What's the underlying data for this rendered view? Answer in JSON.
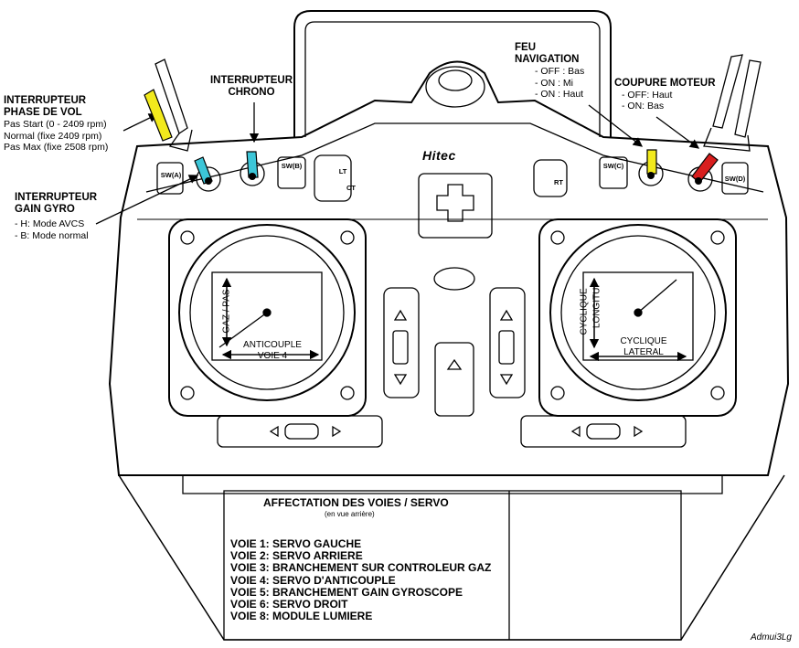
{
  "brand": "Hitec",
  "signature": "Admui3Lg",
  "labels": {
    "phase_title1": "INTERRUPTEUR",
    "phase_title2": "PHASE DE VOL",
    "phase_l1": "Pas Start (0 - 2409 rpm)",
    "phase_l2": "Normal (fixe 2409 rpm)",
    "phase_l3": "Pas Max (fixe 2508 rpm)",
    "gyro_title1": "INTERRUPTEUR",
    "gyro_title2": "GAIN GYRO",
    "gyro_l1": "- H: Mode AVCS",
    "gyro_l2": "- B: Mode normal",
    "chrono_title1": "INTERRUPTEUR",
    "chrono_title2": "CHRONO",
    "feu_title1": "FEU",
    "feu_title2": "NAVIGATION",
    "feu_l1": "- OFF : Bas",
    "feu_l2": "- ON : Mi",
    "feu_l3": "- ON : Haut",
    "coupure_title": "COUPURE MOTEUR",
    "coupure_l1": "- OFF: Haut",
    "coupure_l2": "- ON: Bas"
  },
  "switches": {
    "sw_a": "SW(A)",
    "sw_b": "SW(B)",
    "sw_c": "SW(C)",
    "sw_d": "SW(D)",
    "lt": "LT",
    "ct": "CT",
    "rt": "RT"
  },
  "gimbals": {
    "left_vertical": "GAZ / PAS",
    "left_horizontal1": "ANTICOUPLE",
    "left_horizontal2": "VOIE 4",
    "right_vertical1": "CYCLIQUE",
    "right_vertical2": "LONGITU.",
    "right_horizontal1": "CYCLIQUE",
    "right_horizontal2": "LATERAL"
  },
  "table": {
    "title": "AFFECTATION DES VOIES / SERVO",
    "subtitle": "(en vue arrière)",
    "rows": [
      "VOIE 1: SERVO GAUCHE",
      "VOIE 2: SERVO ARRIERE",
      "VOIE 3: BRANCHEMENT SUR CONTROLEUR GAZ",
      "VOIE 4: SERVO D'ANTICOUPLE",
      "VOIE 5: BRANCHEMENT GAIN GYROSCOPE",
      "VOIE 6: SERVO DROIT",
      "VOIE 8: MODULE LUMIERE"
    ]
  },
  "colors": {
    "yellow": "#f2ea1c",
    "cyan": "#3cc6d8",
    "red": "#d81e1e"
  }
}
